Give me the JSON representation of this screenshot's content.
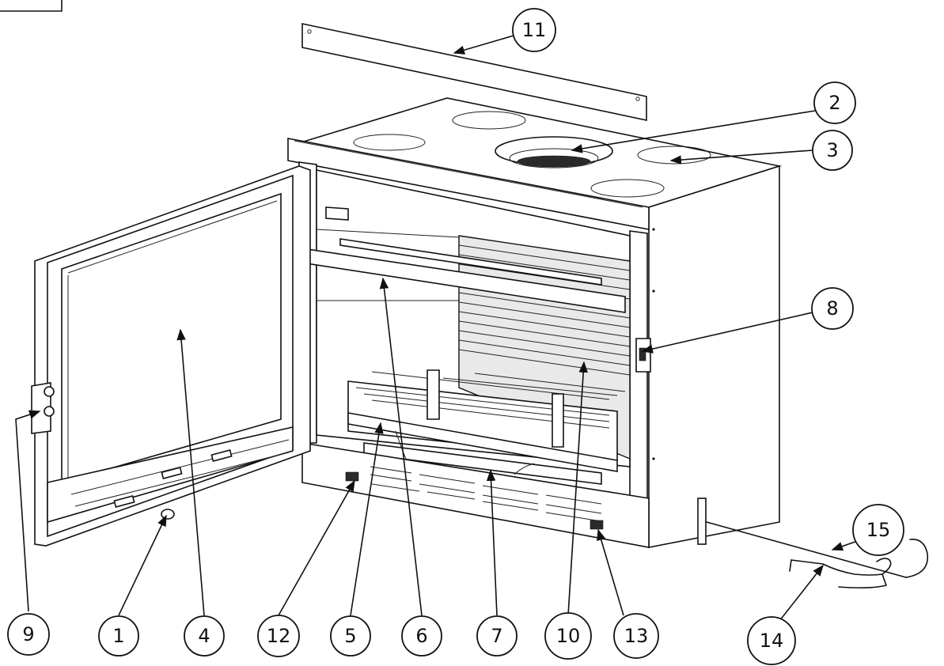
{
  "callouts": [
    {
      "id": "c1",
      "label": "1"
    },
    {
      "id": "c2",
      "label": "2"
    },
    {
      "id": "c3",
      "label": "3"
    },
    {
      "id": "c4",
      "label": "4"
    },
    {
      "id": "c5",
      "label": "5"
    },
    {
      "id": "c6",
      "label": "6"
    },
    {
      "id": "c7",
      "label": "7"
    },
    {
      "id": "c8",
      "label": "8"
    },
    {
      "id": "c9",
      "label": "9"
    },
    {
      "id": "c10",
      "label": "10"
    },
    {
      "id": "c11",
      "label": "11"
    },
    {
      "id": "c12",
      "label": "12"
    },
    {
      "id": "c13",
      "label": "13"
    },
    {
      "id": "c14",
      "label": "14"
    },
    {
      "id": "c15",
      "label": "15"
    }
  ]
}
